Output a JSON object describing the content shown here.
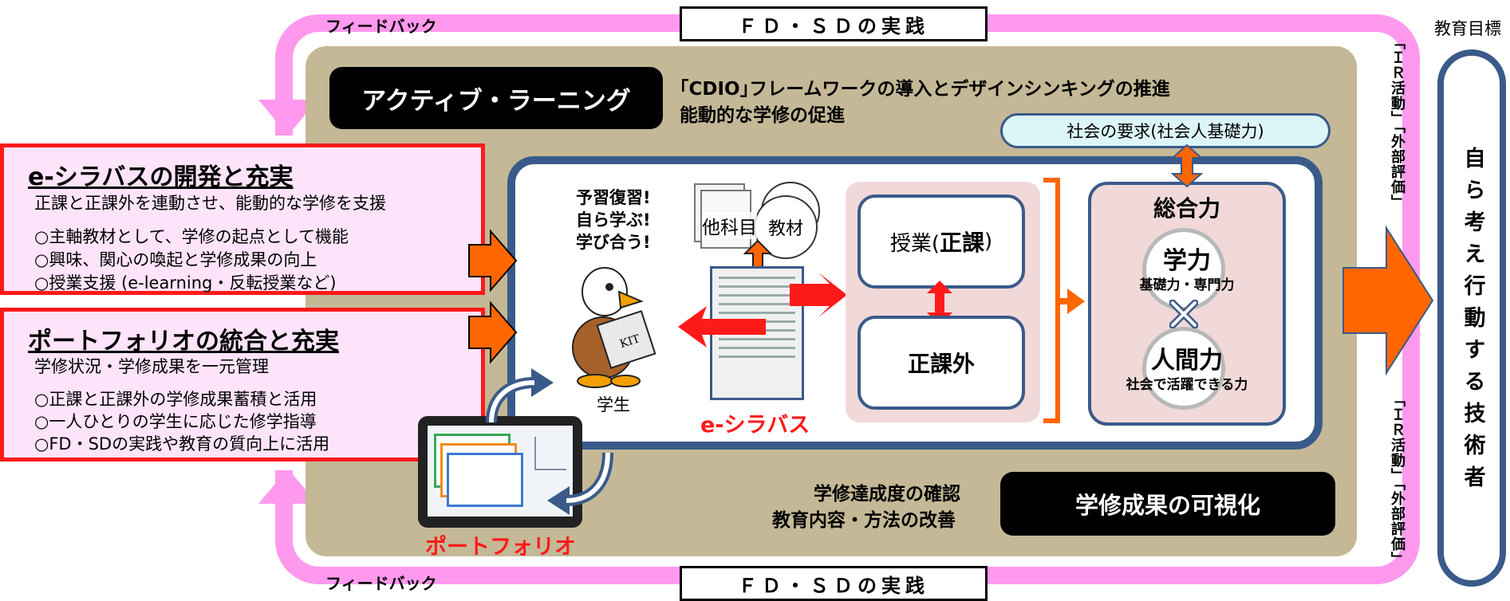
{
  "top": {
    "fd_box": "ＦＤ・ＳＤの実践",
    "feedback": "フィードバック",
    "goal_caption": "教育目標"
  },
  "bottom": {
    "fd_box": "ＦＤ・ＳＤの実践",
    "feedback": "フィードバック"
  },
  "active_learning": {
    "title": "アクティブ・ラーニング",
    "line1": "｢CDIO｣フレームワークの導入とデザインシンキングの推進",
    "line2": "能動的な学修の促進"
  },
  "social_demand": "社会の要求(社会人基礎力)",
  "e_syllabus_panel": {
    "title": "e-シラバスの開発と充実",
    "subtitle": "正課と正課外を連動させ、能動的な学修を支援",
    "items": [
      "○主軸教材として、学修の起点として機能",
      "○興味、関心の喚起と学修成果の向上",
      "○授業支援 (e-learning・反転授業など)"
    ]
  },
  "portfolio_panel": {
    "title": "ポートフォリオの統合と充実",
    "subtitle": "学修状況・学修成果を一元管理",
    "items": [
      "○正課と正課外の学修成果蓄積と活用",
      "○一人ひとりの学生に応じた修学指導",
      "○FD・SDの実践や教育の質向上に活用"
    ]
  },
  "student": {
    "slogan": [
      "予習復習!",
      "自ら学ぶ!",
      "学び合う!"
    ],
    "label": "学生",
    "book_text": "KIT"
  },
  "materials": {
    "other_subjects": "他科目",
    "textbook": "教材",
    "e_syllabus_label": "e-シラバス"
  },
  "classes": {
    "curricular_prefix": "授業(",
    "curricular_emph": "正課",
    "curricular_suffix": ")",
    "extracurricular": "正課外"
  },
  "total_power": {
    "title": "総合力",
    "academic": "学力",
    "academic_sub": "基礎力・専門力",
    "human": "人間力",
    "human_sub": "社会で活躍できる力"
  },
  "visualization": {
    "line1": "学修達成度の確認",
    "line2": "教育内容・方法の改善",
    "box": "学修成果の可視化"
  },
  "portfolio_label": "ポートフォリオ",
  "ir_label_top": "「ＩＲ活動」「外部評価」",
  "ir_label_bottom": "「ＩＲ活動」「外部評価」",
  "goal_text": "自ら考え行動する技術者",
  "colors": {
    "pink_frame": "#ff99ee",
    "khaki": "#c4b896",
    "navy": "#3a5a8a",
    "orange": "#ff6600",
    "red": "#ff1a1a",
    "rose_panel": "#f1d9d9"
  }
}
